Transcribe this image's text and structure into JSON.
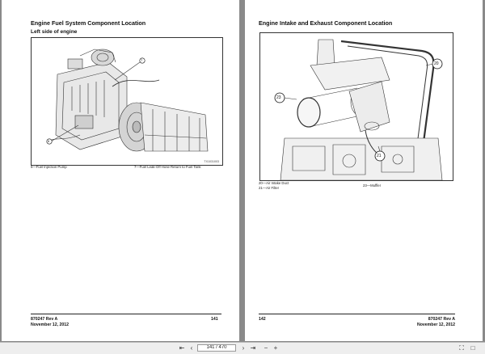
{
  "left_page": {
    "title": "Engine Fuel System Component Location",
    "subtitle": "Left side of engine",
    "callouts": [
      "7",
      "6"
    ],
    "figure_id": "TX1031003",
    "captions": [
      "6—Fuel Injection Pump",
      "7—Fuel Leak-Off Hose Return to Fuel Tank"
    ],
    "footer": {
      "doc": "870247 Rev A",
      "date": "November 12, 2012",
      "page_number": "141"
    }
  },
  "right_page": {
    "title": "Engine Intake and Exhaust Component Location",
    "callouts": [
      "20",
      "23",
      "21"
    ],
    "captions_left": [
      "20—Air Intake Duct",
      "21—Air Filter"
    ],
    "caption_right": "23—Muffler",
    "footer": {
      "doc": "870247 Rev A",
      "date": "November 12, 2012",
      "page_number": "142"
    }
  },
  "toolbar": {
    "page_indicator": "141 / 470",
    "icons": [
      "first-page-icon",
      "previous-page-icon",
      "next-page-icon",
      "last-page-icon",
      "zoom-out-icon",
      "zoom-in-icon",
      "fullscreen-icon",
      "fit-page-icon"
    ]
  }
}
